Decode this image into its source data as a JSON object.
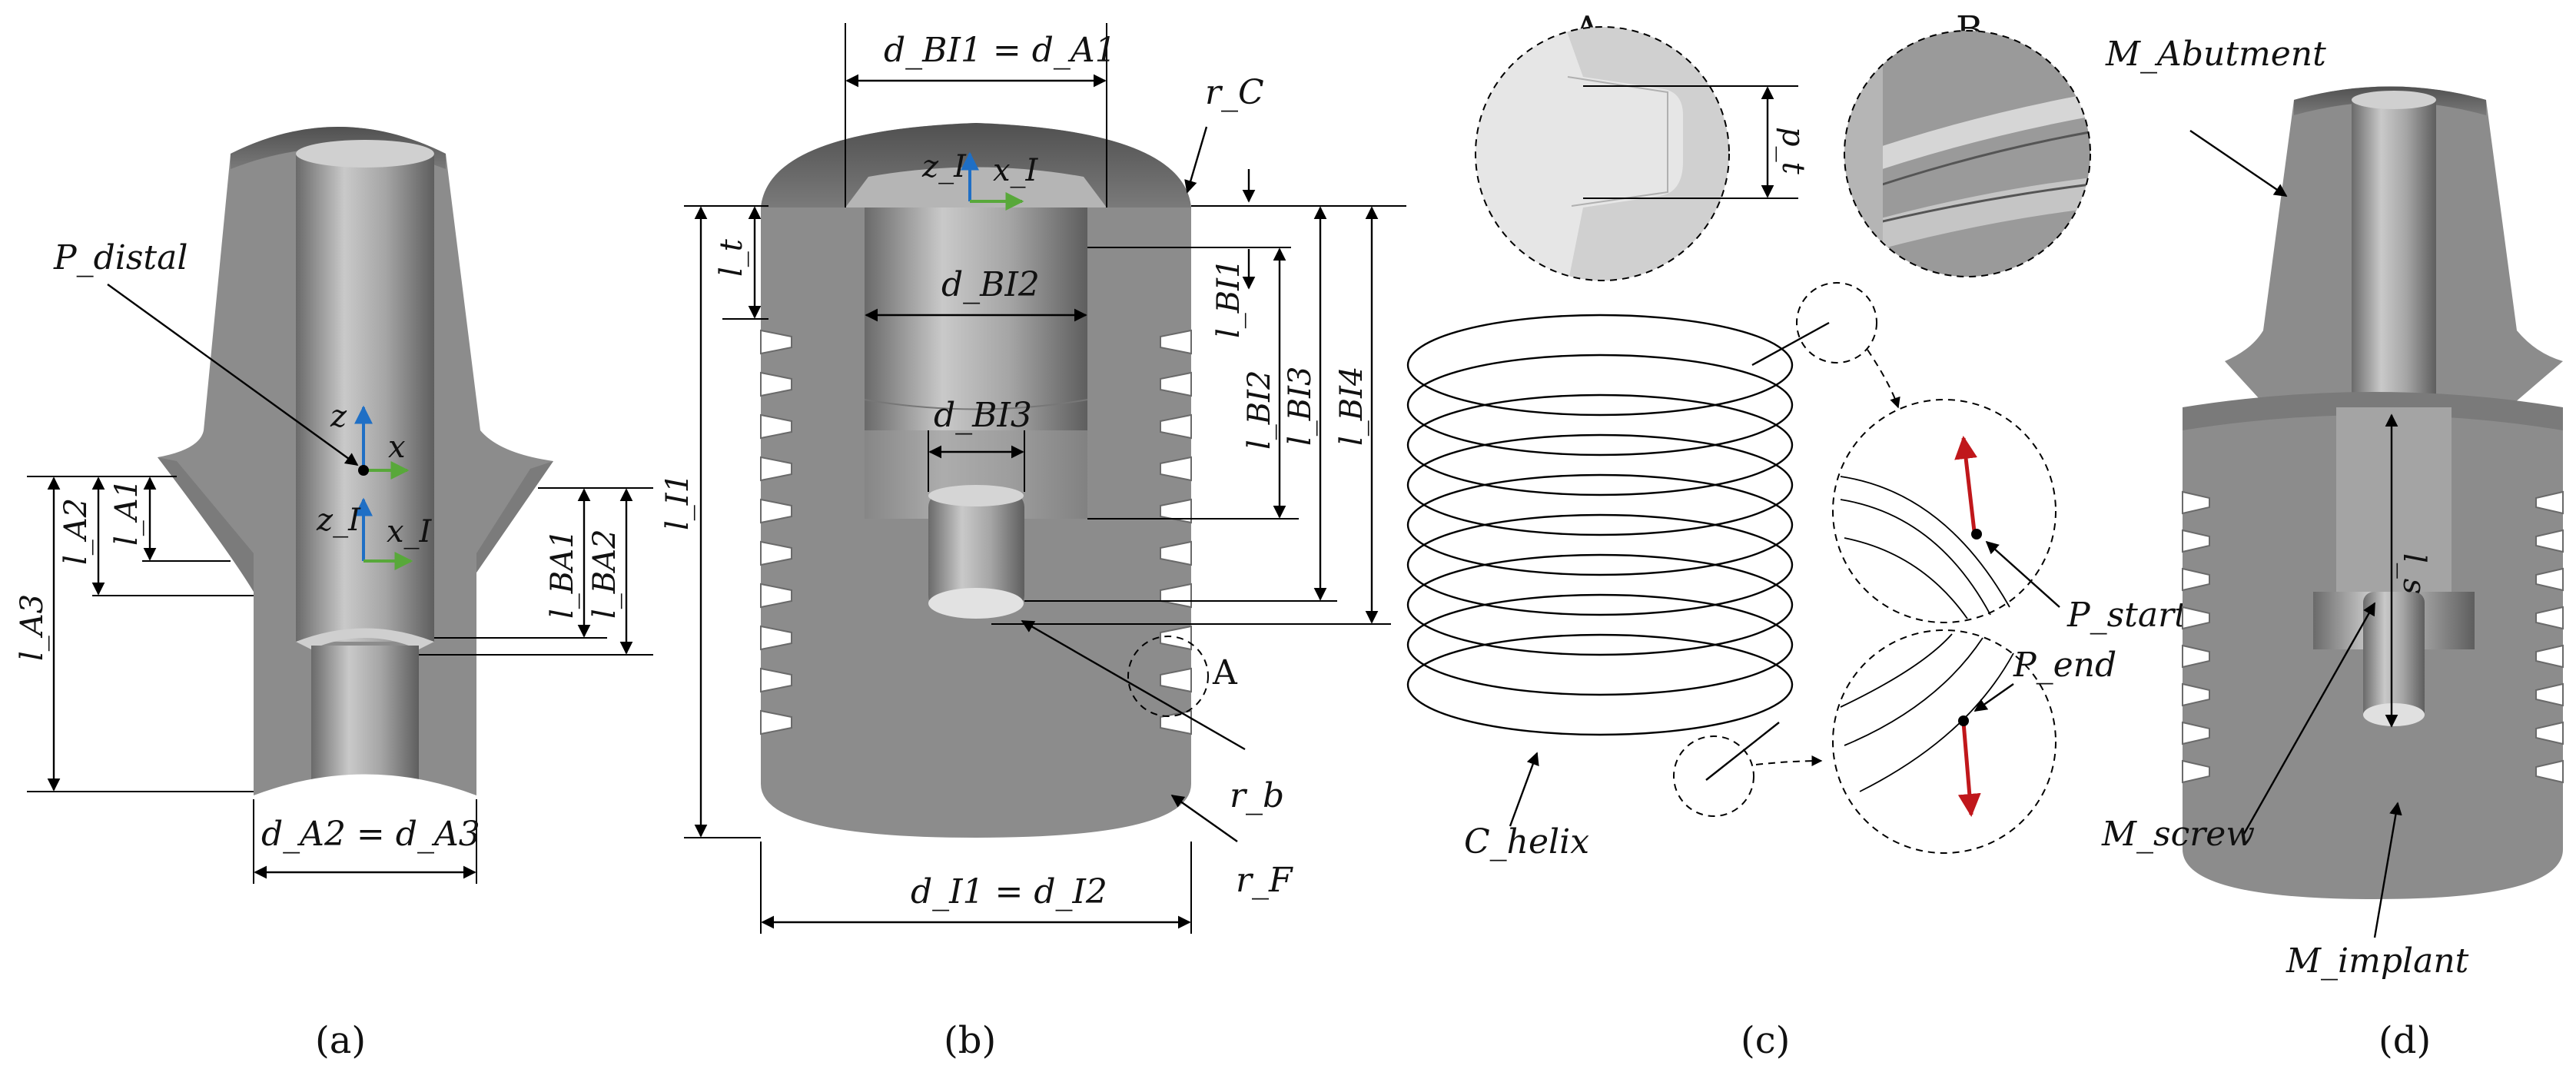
{
  "panels": {
    "a": {
      "caption": "(a)",
      "labels": {
        "p_distal": "P_distal",
        "l_a1": "l_A1",
        "l_a2": "l_A2",
        "l_a3": "l_A3",
        "l_ba1": "l_BA1",
        "l_ba2": "l_BA2",
        "d_a2_a3": "d_A2 = d_A3",
        "z": "z",
        "x": "x",
        "z_i": "z_I",
        "x_i": "x_I"
      }
    },
    "b": {
      "caption": "(b)",
      "labels": {
        "d_bi1_a1": "d_BI1 = d_A1",
        "d_bi2": "d_BI2",
        "d_bi3": "d_BI3",
        "r_c": "r_C",
        "r_b": "r_b",
        "r_f": "r_F",
        "l_t": "l_t",
        "l_i1": "l_I1",
        "l_bi1": "l_BI1",
        "l_bi2": "l_BI2",
        "l_bi3": "l_BI3",
        "l_bi4": "l_BI4",
        "d_i1_i2": "d_I1 = d_I2",
        "detail_a": "A",
        "z_i": "z_I",
        "x_i": "x_I"
      }
    },
    "c": {
      "caption": "(c)",
      "labels": {
        "detail_a": "A",
        "detail_b": "B",
        "p_t": "p_t",
        "c_helix": "C_helix",
        "p_start": "P_start",
        "p_end": "P_end"
      }
    },
    "d": {
      "caption": "(d)",
      "labels": {
        "m_abutment": "M_Abutment",
        "m_screw": "M_screw",
        "m_implant": "M_implant",
        "l_s": "l_s"
      }
    }
  },
  "colors": {
    "body_gray": "#8c8c8c",
    "cut_face": "#6f6f6f",
    "bore_light": "#b8b8b8",
    "axis_blue": "#1f6fc5",
    "axis_green": "#58a83a",
    "arrow_red": "#c0171b"
  }
}
